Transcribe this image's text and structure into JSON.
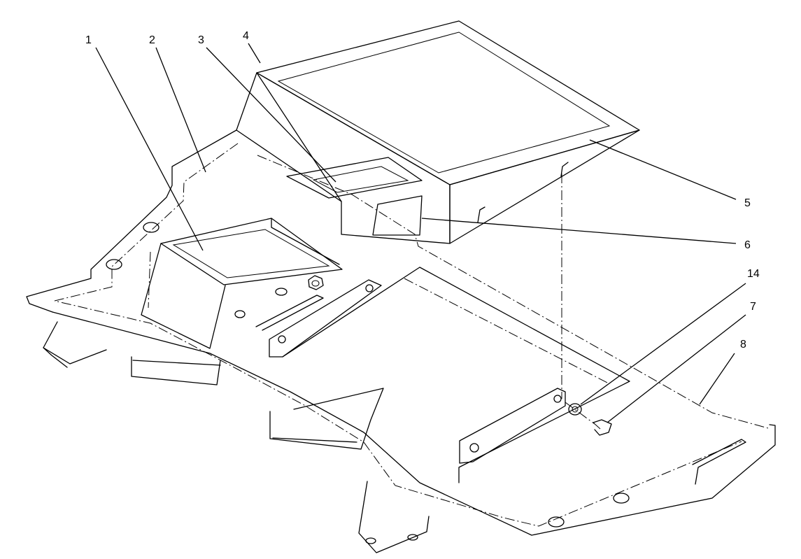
{
  "callouts": [
    {
      "id": "c1",
      "label": "1"
    },
    {
      "id": "c2",
      "label": "2"
    },
    {
      "id": "c3",
      "label": "3"
    },
    {
      "id": "c4",
      "label": "4"
    },
    {
      "id": "c5",
      "label": "5"
    },
    {
      "id": "c6",
      "label": "6"
    },
    {
      "id": "c14",
      "label": "14"
    },
    {
      "id": "c7",
      "label": "7"
    },
    {
      "id": "c8",
      "label": "8"
    }
  ]
}
